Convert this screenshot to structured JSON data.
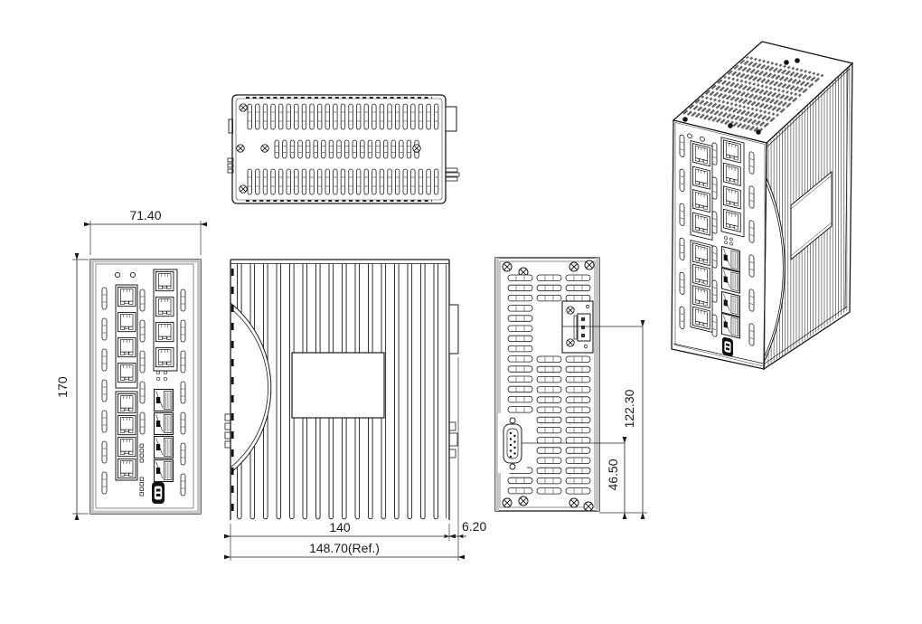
{
  "drawing": {
    "dimensions": {
      "front_width": "71.40",
      "front_height": "170",
      "body_depth": "140",
      "overall_depth": "148.70(Ref.)",
      "din_clip_depth": "6.20",
      "power_terminal_height": "122.30",
      "console_port_height": "46.50"
    },
    "colors": {
      "background": "#ffffff",
      "line": "#1a1a1a",
      "panel_shade": "#c6c6c6",
      "fin_line": "#777777"
    }
  }
}
